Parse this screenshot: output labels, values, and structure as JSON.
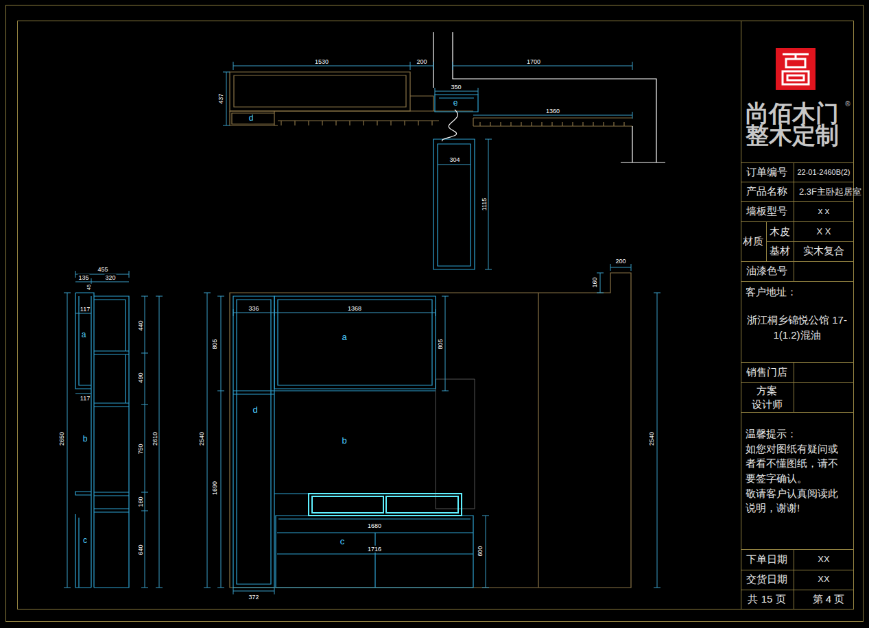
{
  "diagram": {
    "labels": [
      "1530",
      "200",
      "1700",
      "437",
      "350",
      "e",
      "d",
      "1360",
      "304",
      "1115",
      "455",
      "135",
      "320",
      "45",
      "117",
      "a",
      "117",
      "b",
      "c",
      "2650",
      "440",
      "490",
      "750",
      "160",
      "640",
      "2610",
      "336",
      "1368",
      "805",
      "a",
      "805",
      "d",
      "b",
      "2540",
      "1690",
      "200",
      "160",
      "2540",
      "1680",
      "c",
      "1716",
      "600",
      "372",
      "尚佰木门",
      "整木定制",
      "®",
      "订单编号",
      "22-01-2460B(2)",
      "产品名称",
      "2.3F主卧起居室",
      "墙板型号",
      "x x",
      "材质",
      "木皮",
      "X X",
      "基材",
      "实木复合",
      "油漆色号",
      "客户地址：",
      "浙江桐乡锦悦公馆 17-1(1.2)混油",
      "销售门店",
      "方案 设计师",
      "温馨提示：",
      "如您对图纸有疑问或 者看不懂图纸，请不 要签字确认。",
      "敬请客户认真阅读此 说明，谢谢!",
      "下单日期",
      "XX",
      "交货日期",
      "XX",
      "共 15 页",
      "第 4 页"
    ]
  }
}
